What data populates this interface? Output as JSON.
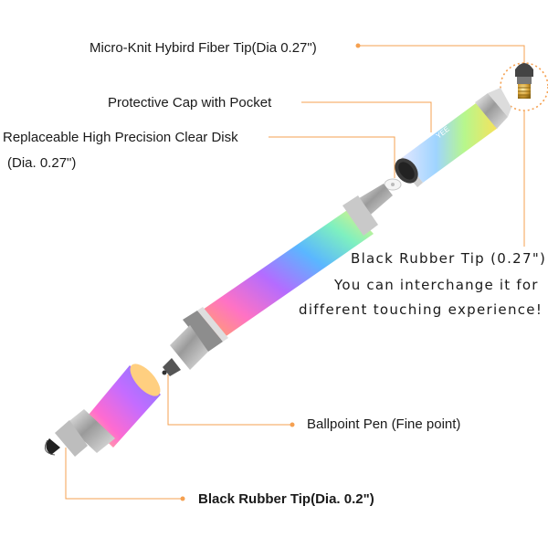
{
  "labels": {
    "fiber_tip": "Micro-Knit Hybird Fiber Tip(Dia 0.27\")",
    "cap": "Protective Cap with Pocket",
    "disk_line1": "Replaceable High Precision Clear Disk",
    "disk_line2": "(Dia. 0.27\")",
    "rubber_tip_title": "Black Rubber Tip (0.27\")",
    "rubber_tip_line2": "You can interchange it for",
    "rubber_tip_line3": "different touching experience!",
    "ballpoint": "Ballpoint Pen (Fine point)",
    "small_rubber_tip": "Black Rubber Tip(Dia. 0.2\")"
  },
  "logo_text": "YEE",
  "colors": {
    "leader_line": "#f5a050",
    "rainbow": [
      "#ffb347",
      "#ff7ac6",
      "#b46cff",
      "#5ab7ff",
      "#7ef0c0",
      "#f2f27a"
    ]
  }
}
